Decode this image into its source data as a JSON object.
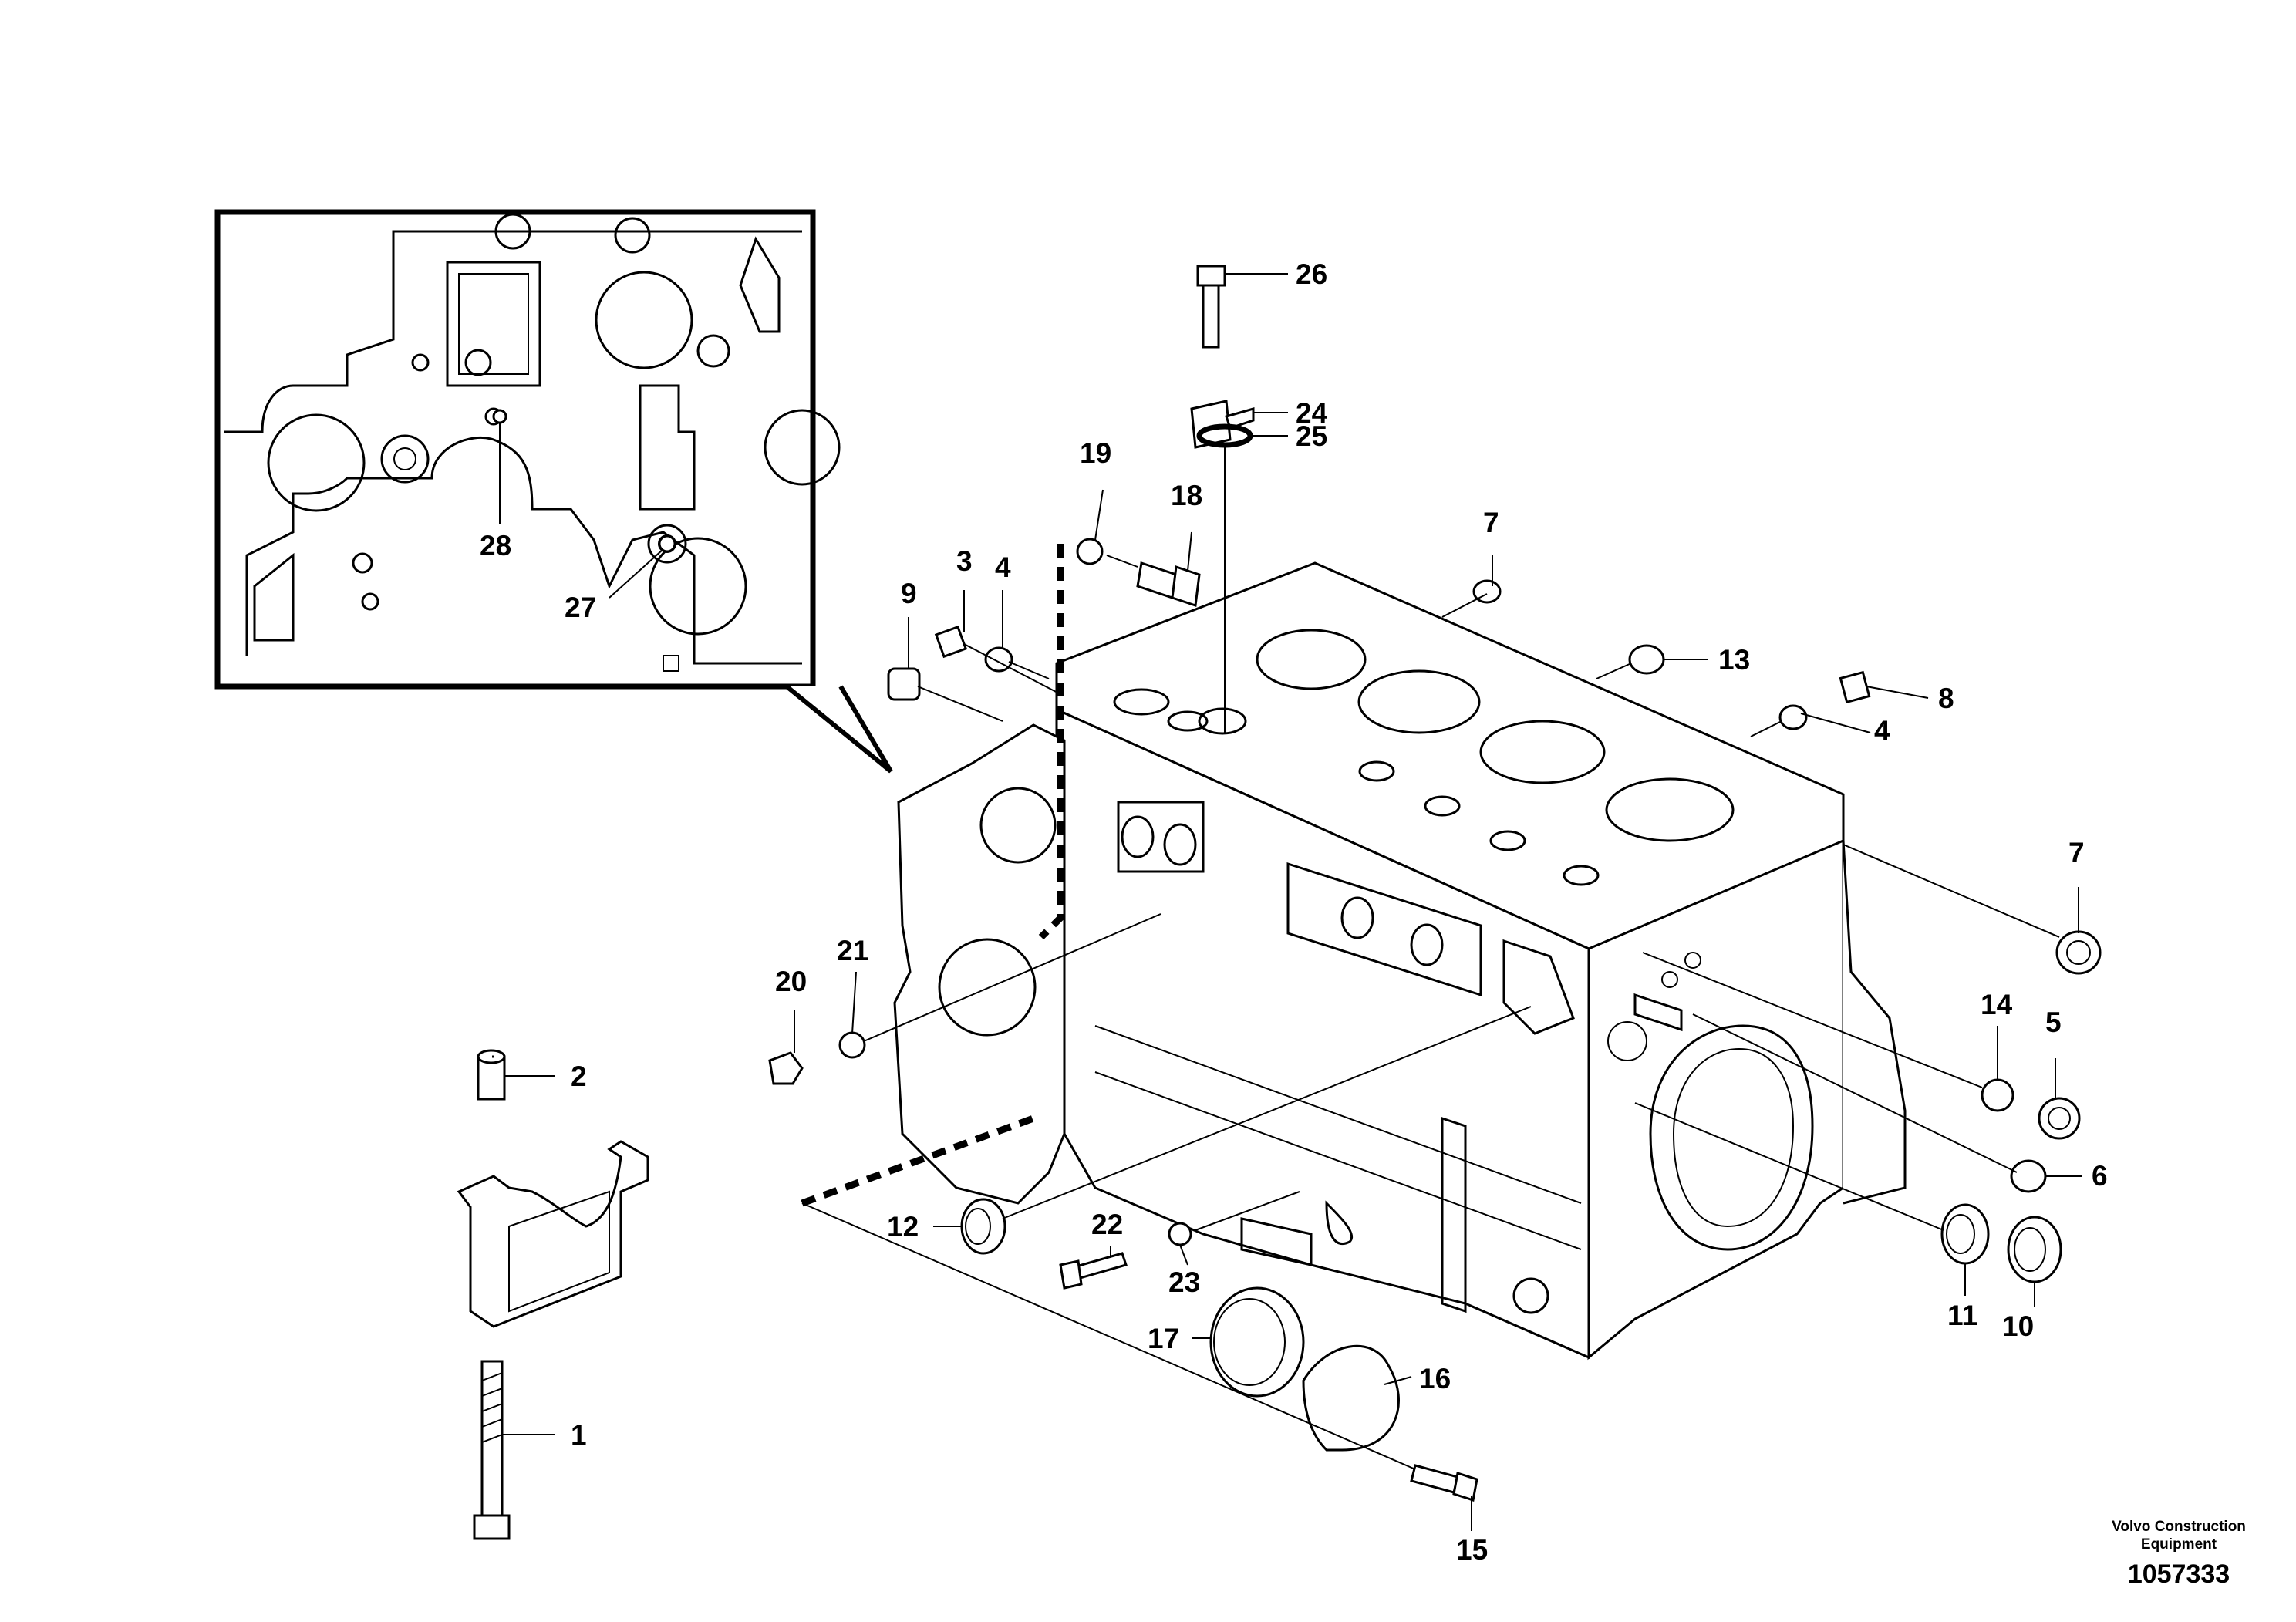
{
  "figure": {
    "brand_line1": "Volvo Construction",
    "brand_line2": "Equipment",
    "document_number": "1057333"
  },
  "callouts": [
    {
      "id": "1",
      "label": "1"
    },
    {
      "id": "2",
      "label": "2"
    },
    {
      "id": "3",
      "label": "3"
    },
    {
      "id": "4a",
      "label": "4"
    },
    {
      "id": "4b",
      "label": "4"
    },
    {
      "id": "5",
      "label": "5"
    },
    {
      "id": "6",
      "label": "6"
    },
    {
      "id": "7a",
      "label": "7"
    },
    {
      "id": "7b",
      "label": "7"
    },
    {
      "id": "8",
      "label": "8"
    },
    {
      "id": "9",
      "label": "9"
    },
    {
      "id": "10",
      "label": "10"
    },
    {
      "id": "11",
      "label": "11"
    },
    {
      "id": "12",
      "label": "12"
    },
    {
      "id": "13",
      "label": "13"
    },
    {
      "id": "14",
      "label": "14"
    },
    {
      "id": "15",
      "label": "15"
    },
    {
      "id": "16",
      "label": "16"
    },
    {
      "id": "17",
      "label": "17"
    },
    {
      "id": "18",
      "label": "18"
    },
    {
      "id": "19",
      "label": "19"
    },
    {
      "id": "20",
      "label": "20"
    },
    {
      "id": "21",
      "label": "21"
    },
    {
      "id": "22",
      "label": "22"
    },
    {
      "id": "23",
      "label": "23"
    },
    {
      "id": "24",
      "label": "24"
    },
    {
      "id": "25",
      "label": "25"
    },
    {
      "id": "26",
      "label": "26"
    },
    {
      "id": "27",
      "label": "27"
    },
    {
      "id": "28",
      "label": "28"
    }
  ]
}
